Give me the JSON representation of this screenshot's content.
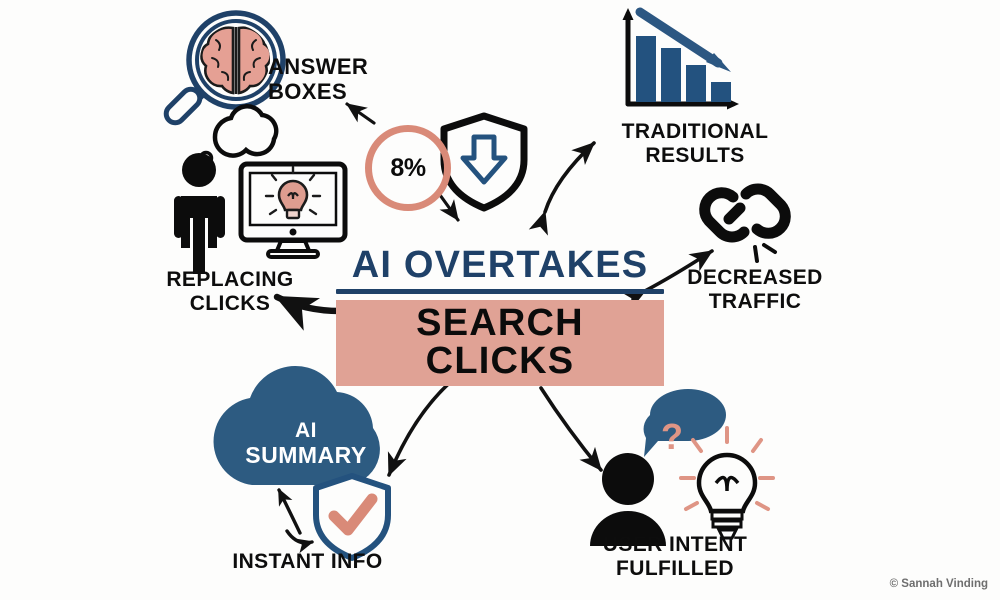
{
  "meta": {
    "background_color": "#fdfdfc",
    "accent_navy": "#1f4168",
    "accent_coral": "#e0a295",
    "accent_coral_dark": "#d98a78",
    "cloud_blue": "#2d5b81",
    "ink": "#0d0d0d",
    "copyright": "© Sannah Vinding"
  },
  "title": {
    "line1": "AI OVERTAKES",
    "line2": "SEARCH CLICKS"
  },
  "badge": {
    "value": "8%"
  },
  "cloud": {
    "line1": "AI",
    "line2": "SUMMARY"
  },
  "nodes": [
    {
      "id": "answer-boxes",
      "label": "ANSWER\nBOXES",
      "icon": "magnifier-brain-icon"
    },
    {
      "id": "traditional",
      "label": "TRADITIONAL\nRESULTS",
      "icon": "declining-bar-chart-icon"
    },
    {
      "id": "decreased",
      "label": "DECREASED\nTRAFFIC",
      "icon": "broken-chain-link-icon"
    },
    {
      "id": "replacing",
      "label": "REPLACING\nCLICKS",
      "icon": "person-monitor-bulb-icon"
    },
    {
      "id": "instant-info",
      "label": "INSTANT INFO",
      "icon": "shield-check-icon"
    },
    {
      "id": "user-intent",
      "label": "USER INTENT\nFULFILLED",
      "icon": "person-question-bulb-icon"
    }
  ],
  "icons": {
    "magnifier_brain": "magnifier-brain-icon",
    "shield_down_arrow": "shield-down-arrow-icon",
    "declining_chart": "declining-bar-chart-icon",
    "broken_chain": "broken-chain-link-icon",
    "thought_bubble": "thought-bubble-icon",
    "person_silhouette": "person-silhouette-icon",
    "monitor_bulb": "monitor-lightbulb-icon",
    "cloud": "cloud-icon",
    "shield_check": "shield-check-icon",
    "speech_question": "speech-bubble-question-icon",
    "lightbulb_rays": "lightbulb-rays-icon"
  },
  "arrows": [
    {
      "id": "arrow-to-answer-boxes",
      "style": "thin-single",
      "direction": "up-left"
    },
    {
      "id": "arrow-badge-to-center",
      "style": "thin-single",
      "direction": "down-right"
    },
    {
      "id": "arrow-center-traditional",
      "style": "thin-double",
      "direction": "up-right/down-left"
    },
    {
      "id": "arrow-center-decreased",
      "style": "thin-double",
      "direction": "up-right/down-left"
    },
    {
      "id": "arrow-center-to-replacing",
      "style": "thick-single",
      "direction": "left"
    },
    {
      "id": "arrow-center-cloud",
      "style": "thin-double",
      "direction": "up-right/down-left"
    },
    {
      "id": "arrow-center-to-user",
      "style": "thin-single",
      "direction": "down-right"
    },
    {
      "id": "arrow-instant-to-cloud",
      "style": "thin-double",
      "direction": "up/right"
    }
  ]
}
